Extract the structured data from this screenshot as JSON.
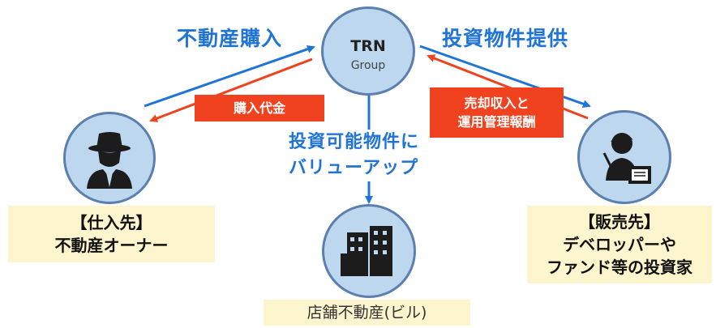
{
  "center": {
    "title": "TRN",
    "subtitle": "Group"
  },
  "labels": {
    "purchase": "不動産購入",
    "supply": "投資物件提供",
    "value_up_line1": "投資可能物件に",
    "value_up_line2": "バリューアップ"
  },
  "red_boxes": {
    "purchase_price": "購入代金",
    "sale_line1": "売却収入と",
    "sale_line2": "運用管理報酬"
  },
  "left_party": {
    "line1": "【仕入先】",
    "line2": "不動産オーナー"
  },
  "right_party": {
    "line1": "【販売先】",
    "line2": "デベロッパーや",
    "line3": "ファンド等の投資家"
  },
  "bottom_caption": "店舗不動産(ビル)",
  "icons": [
    "spy-icon",
    "building-icon",
    "presenter-icon"
  ],
  "colors": {
    "blue": "#1f74d6",
    "red": "#f0421e",
    "circle_fill": "#bdd7ee",
    "circle_stroke": "#5b7fae",
    "caption_fill": "#fdf5cd"
  }
}
